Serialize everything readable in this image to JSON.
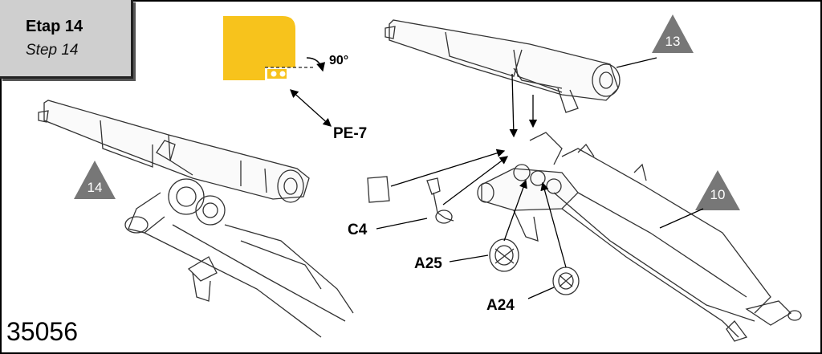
{
  "step": {
    "title": "Etap 14",
    "subtitle": "Step 14"
  },
  "kit_number": "35056",
  "labels": {
    "pe7": "PE-7",
    "c4": "C4",
    "a25": "A25",
    "a24": "A24",
    "angle": "90°"
  },
  "triangles": {
    "left": "14",
    "top": "13",
    "right": "10"
  },
  "colors": {
    "etched_part": "#f7c31c",
    "triangle": "#777777",
    "panel": "#cfcfcf"
  }
}
